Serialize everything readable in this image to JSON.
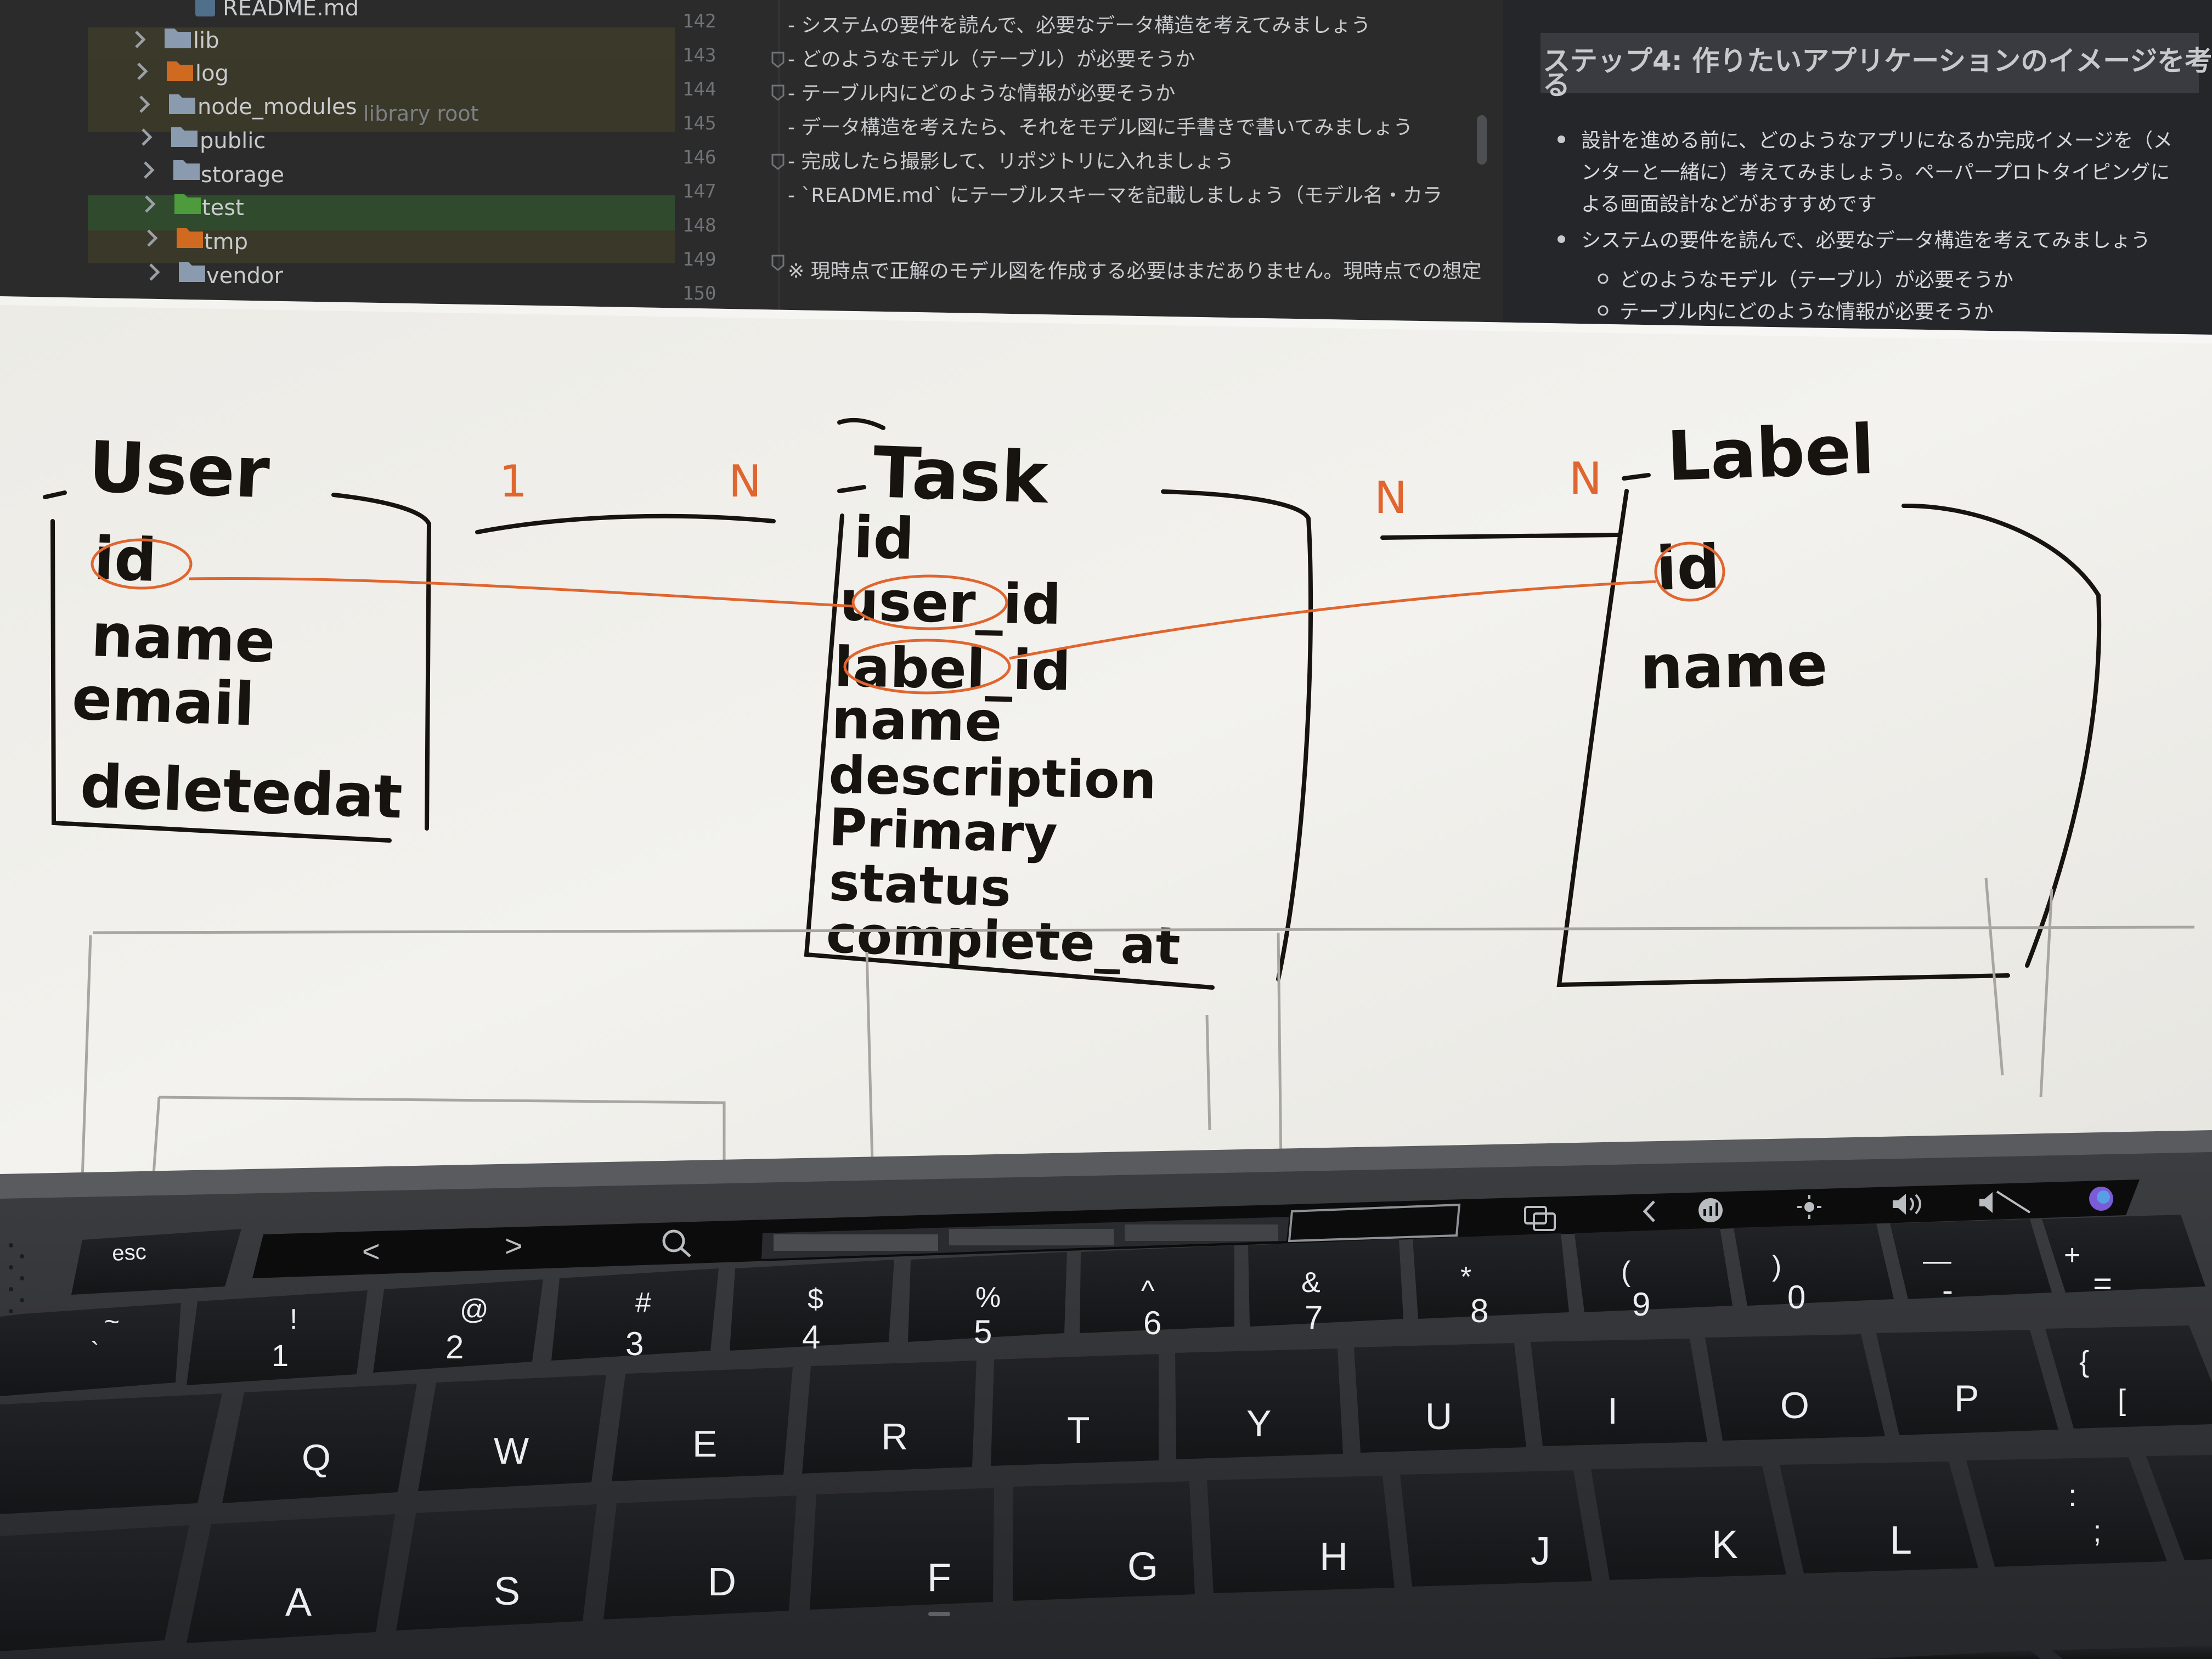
{
  "colors": {
    "ide_background": "#2b2b2b",
    "tree_row_highlight": "#3b3a2a",
    "tree_row_selected": "#2f4a2c",
    "folder_blue": "#8a9bb0",
    "folder_orange": "#d06a21",
    "folder_green": "#4d9b3c",
    "paper": "#f0efeb",
    "ink": "#17130f",
    "relation_pen": "#e0652e",
    "keyboard_deck": "#303133",
    "key_cap": "#17181a"
  },
  "ide": {
    "file_tree": [
      {
        "name": "README.md",
        "icon": "markdown-file-icon"
      },
      {
        "name": "lib",
        "icon": "folder-icon"
      },
      {
        "name": "log",
        "icon": "folder-icon",
        "color": "orange"
      },
      {
        "name": "node_modules",
        "hint": "library root",
        "icon": "folder-icon"
      },
      {
        "name": "public",
        "icon": "folder-icon"
      },
      {
        "name": "storage",
        "icon": "folder-icon"
      },
      {
        "name": "test",
        "icon": "folder-icon",
        "color": "green"
      },
      {
        "name": "tmp",
        "icon": "folder-icon",
        "color": "orange"
      },
      {
        "name": "vendor",
        "icon": "folder-icon"
      }
    ],
    "line_numbers": [
      "142",
      "143",
      "144",
      "145",
      "146",
      "147",
      "148",
      "149",
      "150"
    ],
    "editor_lines": [
      "- システムの要件を読んで、必要なデータ構造を考えてみましょう",
      "  - どのようなモデル（テーブル）が必要そうか",
      "  - テーブル内にどのような情報が必要そうか",
      "- データ構造を考えたら、それをモデル図に手書きで書いてみましょう",
      "  - 完成したら撮影して、リポジトリに入れましょう",
      "  - `README.md` にテーブルスキーマを記載しましょう（モデル名・カラ",
      "",
      "※ 現時点で正解のモデル図を作成する必要はまだありません。現時点での想定",
      ""
    ]
  },
  "preview": {
    "heading": "ステップ4: 作りたいアプリケーションのイメージを考え",
    "heading_wrap": "る",
    "bullets": [
      {
        "level": 1,
        "lines": [
          "設計を進める前に、どのようなアプリになるか完成イメージを（メ",
          "ンターと一緒に）考えてみましょう。ペーパープロトタイピングに",
          "よる画面設計などがおすすめです"
        ]
      },
      {
        "level": 1,
        "lines": [
          "システムの要件を読んで、必要なデータ構造を考えてみましょう"
        ]
      },
      {
        "level": 2,
        "lines": [
          "どのようなモデル（テーブル）が必要そうか"
        ]
      },
      {
        "level": 2,
        "lines": [
          "テーブル内にどのような情報が必要そうか"
        ]
      }
    ]
  },
  "diagram": {
    "entities": [
      {
        "name": "User",
        "fields": [
          "id",
          "name",
          "email",
          "deletedat"
        ]
      },
      {
        "name": "Task",
        "fields": [
          "id",
          "user_id",
          "label_id",
          "name",
          "description",
          "Primary",
          "status",
          "complete_at"
        ]
      },
      {
        "name": "Label",
        "fields": [
          "id",
          "name"
        ]
      }
    ],
    "relations": [
      {
        "from": "User",
        "to": "Task",
        "from_cardinality": "1",
        "to_cardinality": "N",
        "link": "User.id → Task.user_id"
      },
      {
        "from": "Task",
        "to": "Label",
        "from_cardinality": "N",
        "to_cardinality": "N",
        "link": "Task.label_id → Label.id"
      }
    ]
  },
  "keyboard": {
    "touch_bar": {
      "back": "<",
      "forward": ">",
      "icons": [
        "search-icon",
        "tab-thumbnails",
        "mission-control-icon",
        "collapse-chevron-icon",
        "brightness-icon",
        "display-brightness-icon",
        "volume-icon",
        "mute-icon",
        "siri-icon"
      ]
    },
    "number_row": [
      {
        "top": "~",
        "bottom": "`"
      },
      {
        "top": "!",
        "bottom": "1"
      },
      {
        "top": "@",
        "bottom": "2"
      },
      {
        "top": "#",
        "bottom": "3"
      },
      {
        "top": "$",
        "bottom": "4"
      },
      {
        "top": "%",
        "bottom": "5"
      },
      {
        "top": "^",
        "bottom": "6"
      },
      {
        "top": "&",
        "bottom": "7"
      },
      {
        "top": "*",
        "bottom": "8"
      },
      {
        "top": "(",
        "bottom": "9"
      },
      {
        "top": ")",
        "bottom": "0"
      },
      {
        "top": "—",
        "bottom": "-"
      },
      {
        "top": "+",
        "bottom": "="
      }
    ],
    "esc": "esc",
    "qwerty_row": [
      "Q",
      "W",
      "E",
      "R",
      "T",
      "Y",
      "U",
      "I",
      "O",
      "P"
    ],
    "bracket_key": {
      "top": "{",
      "bottom": "["
    },
    "home_row": [
      "A",
      "S",
      "D",
      "F",
      "G",
      "H",
      "J",
      "K",
      "L"
    ],
    "semicolon_key": {
      "top": ":",
      "bottom": ";"
    }
  }
}
